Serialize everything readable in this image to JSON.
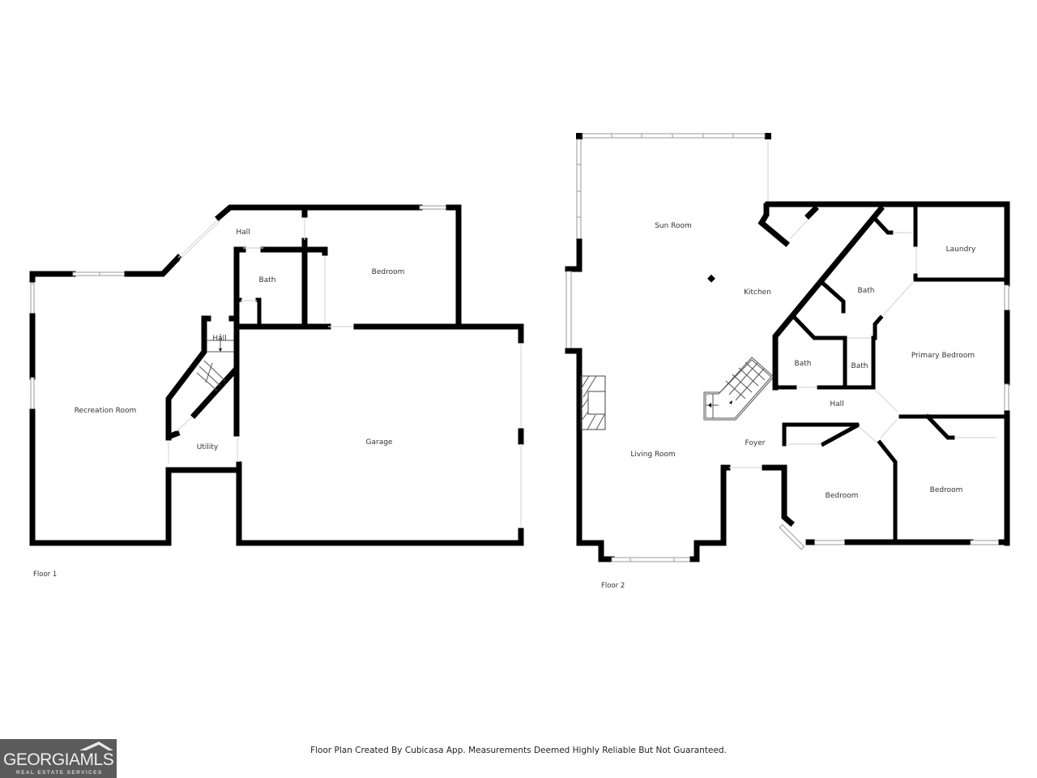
{
  "floors": [
    {
      "label": "Floor 1",
      "rooms": {
        "hall_upper": "Hall",
        "bath": "Bath",
        "bedroom": "Bedroom",
        "hall_stair": "Hall",
        "recreation": "Recreation Room",
        "utility": "Utility",
        "garage": "Garage"
      }
    },
    {
      "label": "Floor 2",
      "rooms": {
        "sun_room": "Sun Room",
        "kitchen": "Kitchen",
        "laundry": "Laundry",
        "bath_primary": "Bath",
        "bath_left": "Bath",
        "bath_small": "Bath",
        "primary_bedroom": "Primary Bedroom",
        "hall": "Hall",
        "foyer": "Foyer",
        "living_room": "Living Room",
        "bedroom_left": "Bedroom",
        "bedroom_right": "Bedroom"
      }
    }
  ],
  "footer": {
    "disclaimer": "Floor Plan Created By Cubicasa App. Measurements Deemed Highly Reliable But Not Guaranteed."
  },
  "logo": {
    "main": "GEORGIAMLS",
    "sub": "REAL ESTATE SERVICES"
  },
  "colors": {
    "wall": "#000000",
    "background": "#ffffff",
    "logo_bg": "#5b5b5b"
  }
}
